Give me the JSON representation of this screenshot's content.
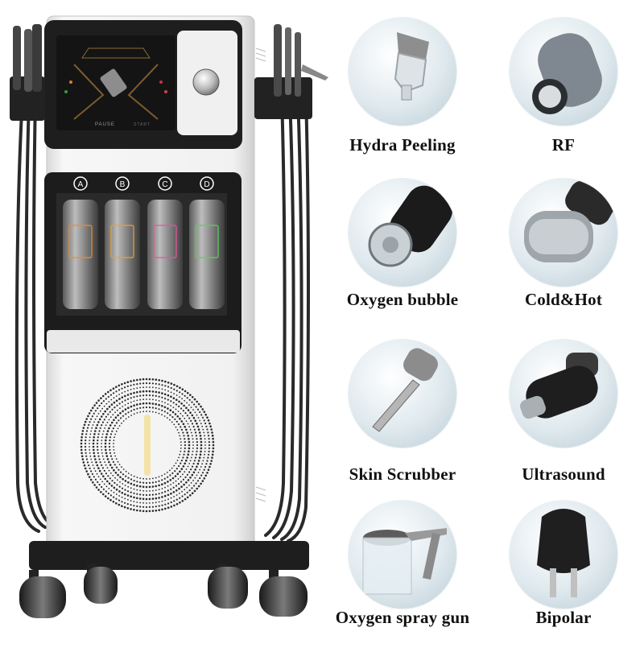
{
  "screen": {
    "pause_label": "PAUSE",
    "start_label": "START"
  },
  "bottles": [
    {
      "letter": "A",
      "accent": "#f08a2a"
    },
    {
      "letter": "B",
      "accent": "#f0a02a"
    },
    {
      "letter": "C",
      "accent": "#e8559c"
    },
    {
      "letter": "D",
      "accent": "#5bd05b"
    }
  ],
  "handpieces": [
    {
      "label": "Hydra Peeling",
      "icon": "hydra-peeling-tip-icon"
    },
    {
      "label": "RF",
      "icon": "rf-head-icon"
    },
    {
      "label": "Oxygen bubble",
      "icon": "oxygen-bubble-head-icon"
    },
    {
      "label": "Cold&Hot",
      "icon": "cold-hot-head-icon"
    },
    {
      "label": "Skin Scrubber",
      "icon": "skin-scrubber-icon"
    },
    {
      "label": "Ultrasound",
      "icon": "ultrasound-head-icon"
    },
    {
      "label": "Oxygen spray gun",
      "icon": "oxygen-spray-gun-icon"
    },
    {
      "label": "Bipolar",
      "icon": "bipolar-head-icon"
    }
  ],
  "colors": {
    "machine_body": "#f2f2f2",
    "machine_frame": "#1e1e1e",
    "screen": "#141414",
    "light_strip": "#f3e3a6"
  }
}
